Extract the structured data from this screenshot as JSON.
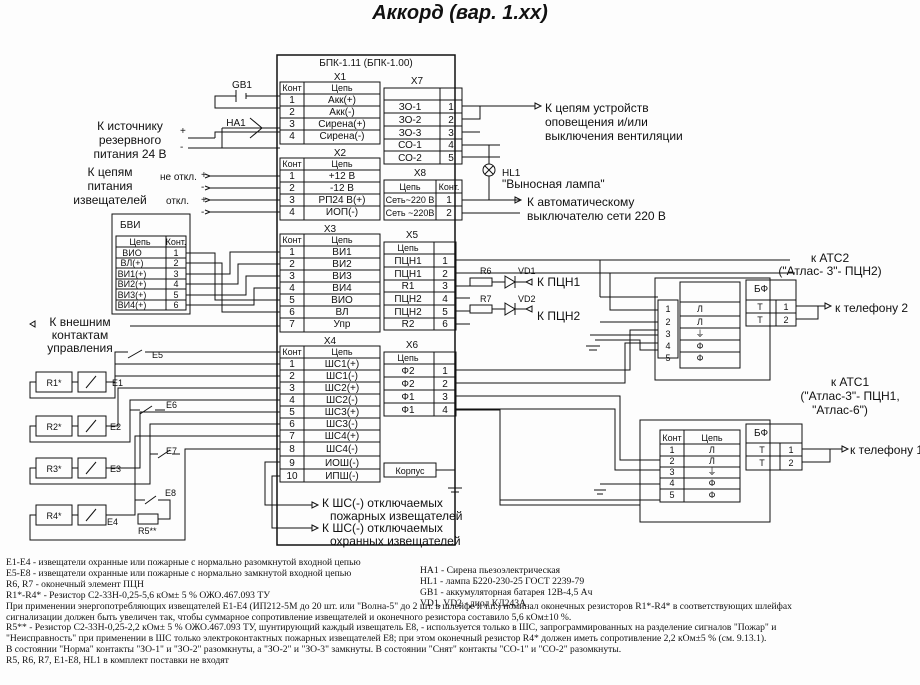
{
  "title": "Аккорд (вар. 1.хх)",
  "bpk": {
    "name": "БПК-1.11 (БПК-1.00)",
    "x1": {
      "label": "X1",
      "cols": [
        "Конт",
        "Цепь"
      ],
      "rows": [
        [
          "1",
          "Акк(+)"
        ],
        [
          "2",
          "Акк(-)"
        ],
        [
          "3",
          "Сирена(+)"
        ],
        [
          "4",
          "Сирена(-)"
        ]
      ]
    },
    "x2": {
      "label": "X2",
      "cols": [
        "Конт",
        "Цепь"
      ],
      "rows": [
        [
          "1",
          "+12 В"
        ],
        [
          "2",
          "-12 В"
        ],
        [
          "3",
          "РП24 В(+)"
        ],
        [
          "4",
          "ИОП(-)"
        ]
      ]
    },
    "x3": {
      "label": "X3",
      "cols": [
        "Конт",
        "Цепь"
      ],
      "rows": [
        [
          "1",
          "ВИ1"
        ],
        [
          "2",
          "ВИ2"
        ],
        [
          "3",
          "ВИ3"
        ],
        [
          "4",
          "ВИ4"
        ],
        [
          "5",
          "ВИО"
        ],
        [
          "6",
          "ВЛ"
        ],
        [
          "7",
          "Упр"
        ]
      ]
    },
    "x4": {
      "label": "X4",
      "cols": [
        "Конт",
        "Цепь"
      ],
      "rows": [
        [
          "1",
          "ШС1(+)"
        ],
        [
          "2",
          "ШС1(-)"
        ],
        [
          "3",
          "ШС2(+)"
        ],
        [
          "4",
          "ШС2(-)"
        ],
        [
          "5",
          "ШС3(+)"
        ],
        [
          "6",
          "ШС3(-)"
        ],
        [
          "7",
          "ШС4(+)"
        ],
        [
          "8",
          "ШС4(-)"
        ],
        [
          "9",
          "ИОШ(-)"
        ],
        [
          "10",
          "ИПШ(-)"
        ]
      ]
    },
    "x7": {
      "label": "X7",
      "rows": [
        [
          "ЗО-1",
          "1"
        ],
        [
          "ЗО-2",
          "2"
        ],
        [
          "ЗО-3",
          "3"
        ],
        [
          "СО-1",
          "4"
        ],
        [
          "СО-2",
          "5"
        ]
      ]
    },
    "x8": {
      "label": "X8",
      "cols": [
        "Цепь",
        "Конт."
      ],
      "rows": [
        [
          "Сеть~220 В",
          "1"
        ],
        [
          "Сеть ~220В",
          "2"
        ]
      ]
    },
    "x5": {
      "label": "X5",
      "cols": [
        "Цепь"
      ],
      "rows": [
        [
          "ПЦН1",
          "1"
        ],
        [
          "ПЦН1",
          "2"
        ],
        [
          "R1",
          "3"
        ],
        [
          "ПЦН2",
          "4"
        ],
        [
          "ПЦН2",
          "5"
        ],
        [
          "R2",
          "6"
        ]
      ]
    },
    "x6": {
      "label": "X6",
      "cols": [
        "Цепь"
      ],
      "rows": [
        [
          "Ф2",
          "1"
        ],
        [
          "Ф2",
          "2"
        ],
        [
          "Ф1",
          "3"
        ],
        [
          "Ф1",
          "4"
        ]
      ]
    },
    "korpus": "Корпус"
  },
  "bvi": {
    "name": "БВИ",
    "cols": [
      "Цепь",
      "Конт."
    ],
    "rows": [
      [
        "ВИО",
        "1"
      ],
      [
        "ВЛ(+)",
        "2"
      ],
      [
        "ВИ1(+)",
        "3"
      ],
      [
        "ВИ2(+)",
        "4"
      ],
      [
        "ВИ3(+)",
        "5"
      ],
      [
        "ВИ4(+)",
        "6"
      ]
    ]
  },
  "bf1": {
    "name": "БФ",
    "rows": [
      [
        "Т",
        "1"
      ],
      [
        "Т",
        "2"
      ]
    ]
  },
  "bf2": {
    "name": "БФ",
    "rows": [
      [
        "Т",
        "1"
      ],
      [
        "Т",
        "2"
      ]
    ]
  },
  "ats1_table": {
    "cols": [
      "Конт",
      "Цепь"
    ],
    "rows": [
      [
        "1",
        "Л"
      ],
      [
        "2",
        "Л"
      ],
      [
        "3",
        "⏚"
      ],
      [
        "4",
        "Ф"
      ],
      [
        "5",
        "Ф"
      ]
    ]
  },
  "ats2_table": {
    "rows": [
      [
        "1",
        "Л"
      ],
      [
        "2",
        "Л"
      ],
      [
        "3",
        "⏚"
      ],
      [
        "4",
        "Ф"
      ],
      [
        "5",
        "Ф"
      ]
    ]
  },
  "labels": {
    "gb1": "GB1",
    "ha1": "HA1",
    "hl1": "HL1",
    "reserve": [
      "К источнику",
      "резервного",
      "питания 24 В"
    ],
    "plus": "+",
    "minus": "-",
    "sensors_power": [
      "К цепям",
      "питания",
      "извещателей"
    ],
    "not_off": "не откл.",
    "off": "откл.",
    "control": [
      "К внешним",
      "контактам",
      "управления"
    ],
    "notify": [
      "К цепям устройств",
      "оповещения и/или",
      "выключения вентиляции"
    ],
    "lamp": "\"Выносная лампа\"",
    "auto_switch": [
      "К автоматическому",
      "выключателю сети 220 В"
    ],
    "r6": "R6",
    "vd1": "VD1",
    "r7": "R7",
    "vd2": "VD2",
    "pcn1": "К ПЦН1",
    "pcn2": "К ПЦН2",
    "ats2": [
      "к АТС2",
      "(\"Атлас- 3\"- ПЦН2)"
    ],
    "ats1": [
      "к АТС1",
      "(\"Атлас-3\"- ПЦН1,",
      "\"Атлас-6\")"
    ],
    "phone2": "к телефону 2",
    "phone1": "к телефону 1",
    "fire_off": [
      "К ШС(-) отключаемых",
      "пожарных извещателей"
    ],
    "guard_off": [
      "К ШС(-) отключаемых",
      "охранных извещателей"
    ],
    "r1": "R1*",
    "r2": "R2*",
    "r3": "R3*",
    "r4": "R4*",
    "r5": "R5**",
    "e1": "E1",
    "e2": "E2",
    "e3": "E3",
    "e4": "E4",
    "e5": "E5",
    "e6": "E6",
    "e7": "E7",
    "e8": "E8"
  },
  "notes": [
    "Е1-Е4 - извещатели охранные или пожарные с нормально разомкнутой входной цепью",
    "Е5-Е8 - извещатели охранные или пожарные с нормально замкнутой входной цепью",
    "R6, R7 - оконечный элемент ПЦН",
    "R1*-R4* - Резистор С2-33Н-0,25-5,6 кОм± 5 % ОЖО.467.093 ТУ",
    "При применении энергопотребляющих извещателей Е1-Е4 (ИП212-5М до 20 шт. или \"Волна-5\" до 2 шт. в шлейфе и т.п.) номинал оконечных резисторов R1*-R4* в соответствующих шлейфах",
    "сигнализации должен быть увеличен так, чтобы суммарное сопротивление извещателей и оконечного резистора составило 5,6 кОм±10 %.",
    "R5** - Резистор С2-33Н-0,25-2,2 кОм± 5 % ОЖО.467.093 ТУ, шунтирующий каждый извещатель Е8, - используется только в ШС, запрограммированных на разделение сигналов \"Пожар\" и",
    "\"Неисправность\" при применении в ШС только электроконтактных пожарных извещателей Е8; при этом оконечный резистор R4* должен иметь сопротивление 2,2 кОм±5 % (см. 9.13.1).",
    "В состоянии \"Норма\" контакты \"ЗО-1\" и \"ЗО-2\" разомкнуты, а \"ЗО-2\" и \"ЗО-3\" замкнуты. В состоянии \"Снят\" контакты \"СО-1\" и \"СО-2\" разомкнуты.",
    "R5, R6, R7, Е1-Е8,  HL1 в комплект поставки не входят"
  ],
  "notes_right": [
    "НА1 - Сирена пьезоэлектрическая",
    "HL1 - лампа Б220-230-25 ГОСТ 2239-79",
    "GB1 - аккумуляторная батарея 12В-4,5 Ач",
    "VD1, VD2 - диод КД243А"
  ]
}
